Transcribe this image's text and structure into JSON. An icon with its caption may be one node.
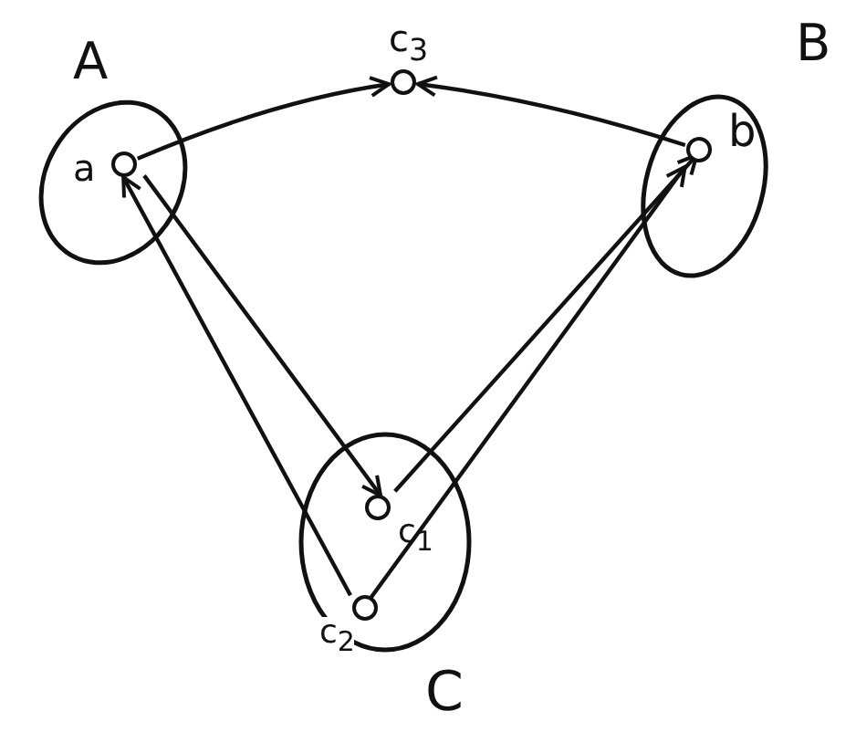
{
  "diagram": {
    "nodes": [
      {
        "text": [
          "A"
        ]
      },
      {
        "text": [
          "a"
        ],
        "in": 0
      },
      {
        "text": [
          "c$_{3}$"
        ]
      },
      {
        "text": [
          "B"
        ]
      },
      {
        "text": [
          "b"
        ],
        "in": 3
      },
      {
        "text": [
          "C"
        ]
      },
      {
        "text": [
          "c$_{1}$"
        ],
        "in": 5
      },
      {
        "text": [
          "c$_{2}$"
        ],
        "in": 5
      }
    ],
    "edges": [
      {
        "from": 1,
        "to": 2,
        "arrow": "to"
      },
      {
        "from": 4,
        "to": 2,
        "arrow": "to"
      },
      {
        "from": 1,
        "to": 6,
        "arrow": "to"
      },
      {
        "from": 7,
        "to": 1,
        "arrow": "to"
      },
      {
        "from": 6,
        "to": 4,
        "arrow": "to"
      },
      {
        "from": 7,
        "to": 4,
        "arrow": "to"
      }
    ]
  }
}
